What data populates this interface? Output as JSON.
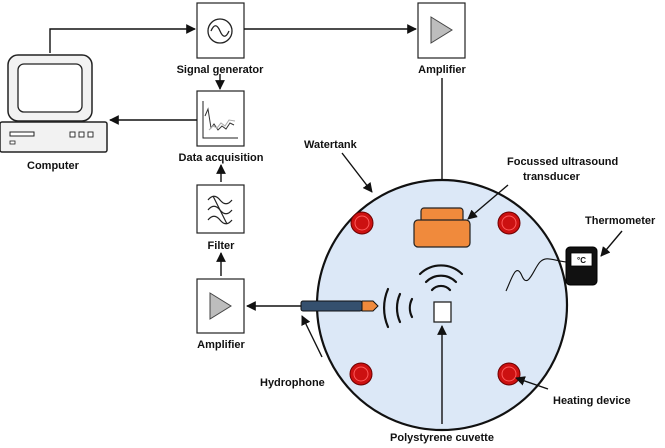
{
  "labels": {
    "signal_generator": "Signal generator",
    "amplifier_top": "Amplifier",
    "amplifier_bottom": "Amplifier",
    "computer": "Computer",
    "data_acquisition": "Data acquisition",
    "filter": "Filter",
    "watertank": "Watertank",
    "transducer_line1": "Focussed ultrasound",
    "transducer_line2": "transducer",
    "thermometer": "Thermometer",
    "hydrophone": "Hydrophone",
    "heating_device": "Heating device",
    "cuvette": "Polystyrene cuvette",
    "thermometer_unit": "°C"
  },
  "colors": {
    "tank_fill": "#dce8f7",
    "heater": "#cc1111",
    "transducer": "#f08a3c",
    "hydrophone": "#35506e",
    "hydrophone_tip": "#f08a3c"
  }
}
